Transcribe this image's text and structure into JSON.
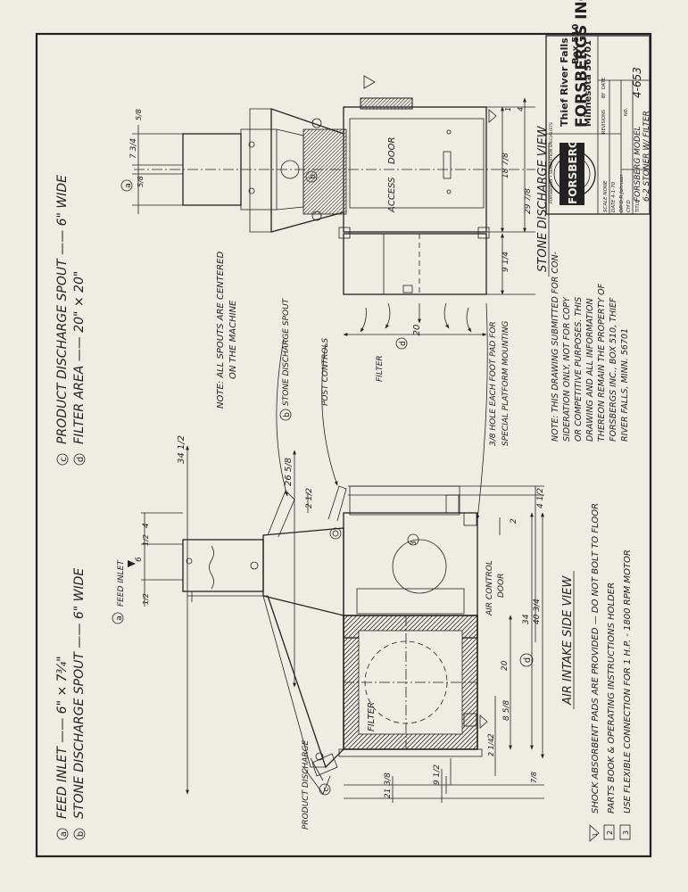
{
  "legend": {
    "a": {
      "marker": "a",
      "text": "FEED  INLET —— 6\" × 7¾\""
    },
    "b": {
      "marker": "b",
      "text": "STONE  DISCHARGE  SPOUT —— 6\" WIDE"
    },
    "c": {
      "marker": "c",
      "text": "PRODUCT  DISCHARGE  SPOUT —— 6\" WIDE"
    },
    "d": {
      "marker": "d",
      "text": "FILTER  AREA —— 20\" × 20\""
    }
  },
  "note_spouts": [
    "NOTE: ALL SPOUTS ARE CENTERED",
    "ON THE MACHINE"
  ],
  "note_drawing": [
    "NOTE: THIS DRAWING SUBMITTED FOR CON-",
    "SIDERATION ONLY, NOT FOR COPY",
    "OR COMPETITIVE PURPOSES.  THIS",
    "DRAWING AND ALL INFORMATION",
    "THEREON REMAIN THE PROPERTY OF",
    "FORSBERGS INC., BOX 510, THIEF",
    "RIVER FALLS, MINN. 56701"
  ],
  "footnotes": [
    {
      "num": "1",
      "text": "SHOCK ABSORBENT PADS ARE PROVIDED — DO NOT BOLT TO FLOOR"
    },
    {
      "num": "2",
      "text": "PARTS BOOK & OPERATING INSTRUCTIONS HOLDER"
    },
    {
      "num": "3",
      "text": "USE FLEXIBLE CONNECTION FOR 1 H.P. - 1800 RPM MOTOR"
    }
  ],
  "views": {
    "side": "AIR INTAKE SIDE VIEW",
    "stone": "STONE DISCHARGE VIEW"
  },
  "labels": {
    "feed_inlet": "FEED INLET",
    "stone_spout": "STONE DISCHARGE SPOUT",
    "post_controls": "POST CONTROLS",
    "foot_pad": [
      "3/8 HOLE EACH FOOT PAD FOR",
      "SPECIAL PLATFORM MOUNTING"
    ],
    "filter_a": "FILTER",
    "filter_b": "FILTER",
    "air_control": [
      "AIR CONTROL",
      "DOOR"
    ],
    "product_discharge": "PRODUCT DISCHARGE",
    "access_door": [
      "ACCESS",
      "DOOR"
    ]
  },
  "dimensions": {
    "d_3415": "34 1/2",
    "d_2658": "26 5/8",
    "d_2112": "2 1/2",
    "d_412": "4 1/2",
    "d_2": "2",
    "d_4": "4",
    "d_half_a": "1/2",
    "d_6": "6",
    "d_half_b": "1/2",
    "d_4034": "40 3/4",
    "d_34": "34",
    "d_20": "20",
    "d_858": "8 5/8",
    "d_2b": "2",
    "d_214": "2 1/4",
    "d_78": "7/8",
    "d_912": "9 1/2",
    "d_21": "21 3/8",
    "s_58": "5/8",
    "s_734": "7 3/4",
    "s_58b": "5/8",
    "s_1878": "18 7/8",
    "s_2978": "29 7/8",
    "s_914": "9 1/4",
    "s_20": "20",
    "s_1": "1",
    "s_4": "4"
  },
  "title_block": {
    "company": "FORSBERGS INC.",
    "city": "Thief River Falls",
    "box": "Box 510",
    "state": "Minnesota 56701",
    "logo_ring": "FORSBERGS • SEPARATION SPECIALISTS",
    "logo_word": "FORSBERG",
    "revisions": "REVISIONS",
    "by": "BY",
    "date": "DATE",
    "scale": "SCALE NONE",
    "date_field": "DATE 4-1-70",
    "drawn": "DR'D R.Johnson",
    "checked": "CH'D",
    "title_label": "TITLE",
    "title": "FORSBERG  MODEL",
    "subtitle": "6-2  STONER W/ FILTER",
    "no_label": "NO.",
    "number": "4-653"
  }
}
